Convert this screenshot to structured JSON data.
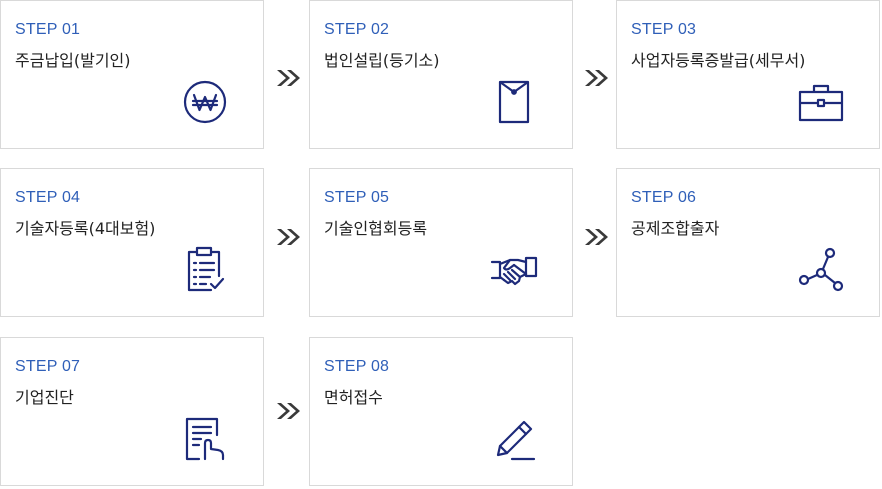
{
  "colors": {
    "accent": "#2f5fb8",
    "icon": "#1d2a7a",
    "arrow": "#3a3a3a",
    "border": "#d9d9d9"
  },
  "steps": [
    {
      "step": "STEP 01",
      "title": "주금납입(발기인)",
      "icon": "won-coin-icon"
    },
    {
      "step": "STEP 02",
      "title": "법인설립(등기소)",
      "icon": "envelope-icon"
    },
    {
      "step": "STEP 03",
      "title": "사업자등록증발급(세무서)",
      "icon": "briefcase-icon"
    },
    {
      "step": "STEP 04",
      "title": "기술자등록(4대보험)",
      "icon": "clipboard-checklist-icon"
    },
    {
      "step": "STEP 05",
      "title": "기술인협회등록",
      "icon": "handshake-icon"
    },
    {
      "step": "STEP 06",
      "title": "공제조합출자",
      "icon": "network-nodes-icon"
    },
    {
      "step": "STEP 07",
      "title": "기업진단",
      "icon": "document-touch-icon"
    },
    {
      "step": "STEP 08",
      "title": "면허접수",
      "icon": "pencil-icon"
    }
  ]
}
